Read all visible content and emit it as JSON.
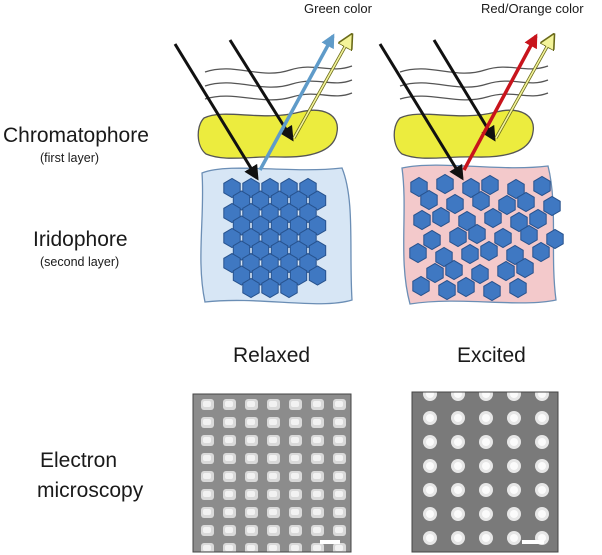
{
  "labels": {
    "chromatophore": "Chromatophore",
    "chromatophore_sub": "(first layer)",
    "iridophore": "Iridophore",
    "iridophore_sub": "(second layer)",
    "electron_line1": "Electron",
    "electron_line2": "microscopy",
    "relaxed": "Relaxed",
    "excited": "Excited",
    "green_color": "Green color",
    "red_orange_color": "Red/Orange color"
  },
  "colors": {
    "chromatophore_fill": "#ecec3e",
    "iridophore_relaxed_fill": "#d7e6f5",
    "iridophore_excited_fill": "#f3c9cb",
    "crystal_fill": "#3f78c2",
    "crystal_stroke": "#27528d",
    "green_arrow": "#5f9bc9",
    "red_arrow": "#c8141c",
    "yellow_arrow": "#e8e84a",
    "incident_arrow": "#111111",
    "micrograph_bg": "#8a8a8a"
  },
  "icons": {
    "incident_light": "black-arrow-icon",
    "reflected_light_relaxed": "blue-arrow-icon",
    "reflected_light_excited": "red-arrow-icon",
    "reflected_yellow": "yellow-arrow-icon",
    "scale_bar": "scale-bar-icon"
  }
}
